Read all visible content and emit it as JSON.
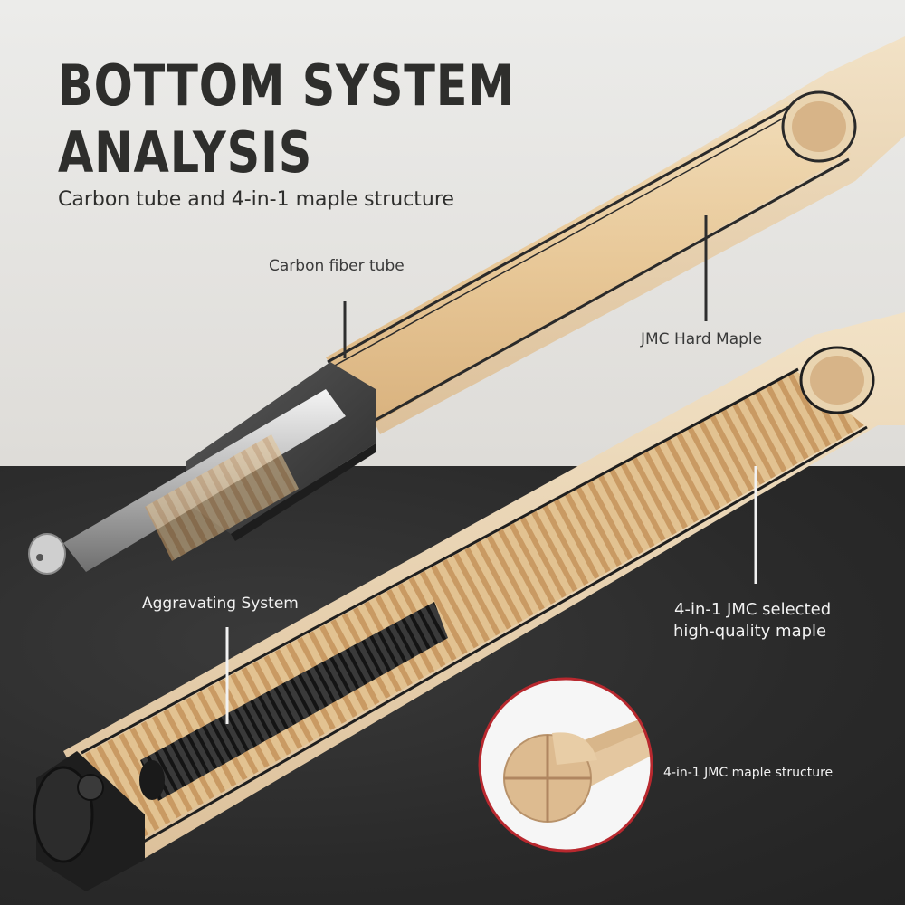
{
  "heading": {
    "line1": "BOTTOM SYSTEM",
    "line2": "ANALYSIS"
  },
  "subtitle": "Carbon tube and 4-in-1 maple structure",
  "callouts": {
    "carbon_fiber_tube": "Carbon fiber tube",
    "jmc_hard_maple": "JMC Hard Maple",
    "aggravating_system": "Aggravating System",
    "selected_maple_line1": "4-in-1 JMC selected",
    "selected_maple_line2": "high-quality maple",
    "maple_structure": "4-in-1 JMC maple structure"
  },
  "colors": {
    "background_top": "#e6e4e0",
    "background_bottom": "#2d2d2d",
    "maple": "#e6c9a0",
    "carbon": "#2a2a2a",
    "accent_ring": "#b8282e"
  }
}
